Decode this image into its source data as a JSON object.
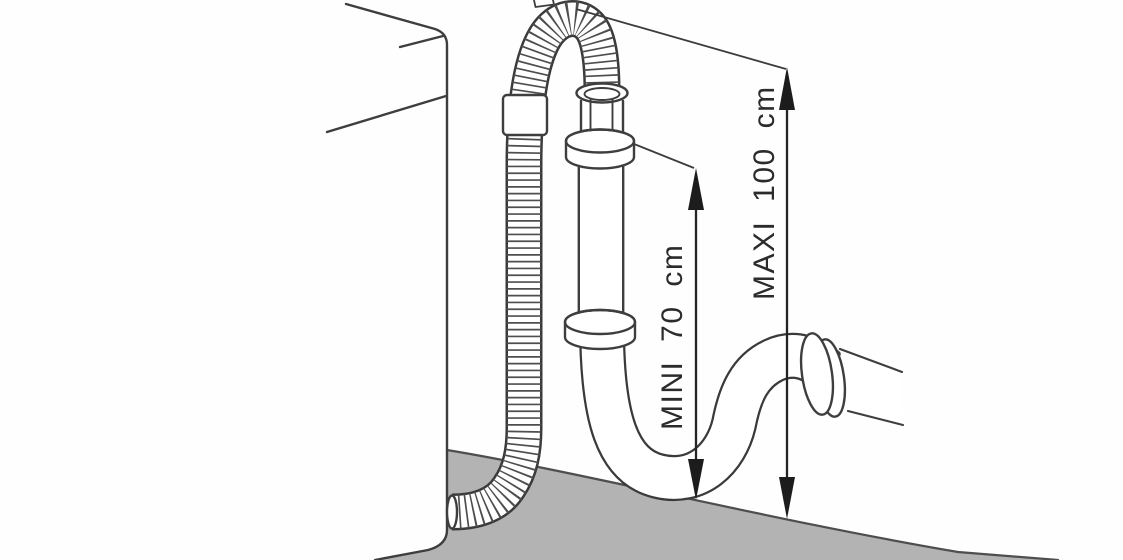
{
  "diagram": {
    "labels": {
      "min_height": "MINI 70 cm",
      "max_height": "MAXI 100 cm"
    },
    "measurements": {
      "min": {
        "qualifier": "MINI",
        "value": 70,
        "unit": "cm"
      },
      "max": {
        "qualifier": "MAXI",
        "value": 100,
        "unit": "cm"
      }
    },
    "components": [
      "washing-machine",
      "corrugated-drain-hose",
      "hose-sleeve",
      "standpipe",
      "p-trap",
      "wall-drain-pipe",
      "floor"
    ],
    "colors": {
      "background": "#fefefe",
      "line": "#3e3e3e",
      "floor_fill": "#b3b3b3",
      "floor_edge": "#4e4e4e",
      "arrow_fill": "#1c1c1c",
      "label_text": "#2b2b2b"
    }
  }
}
